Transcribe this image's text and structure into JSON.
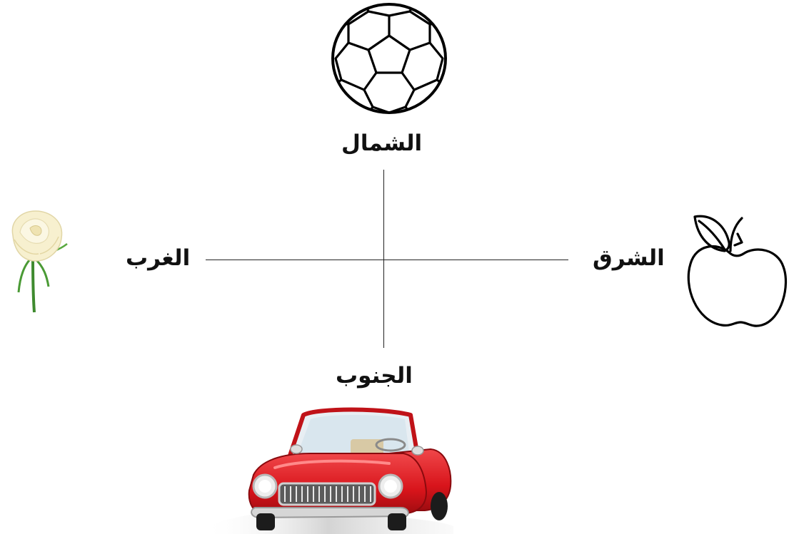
{
  "directions": {
    "north": {
      "label": "الشمال",
      "icon": "soccer-ball-icon"
    },
    "south": {
      "label": "الجنوب",
      "icon": "red-convertible-car-icon"
    },
    "east": {
      "label": "الشرق",
      "icon": "apple-outline-icon"
    },
    "west": {
      "label": "الغرب",
      "icon": "white-rose-icon"
    }
  },
  "colors": {
    "text": "#111111",
    "axis": "#222222",
    "car_body": "#d8141b",
    "rose_petal": "#f7f0cf",
    "rose_stem": "#3e8a2e"
  }
}
